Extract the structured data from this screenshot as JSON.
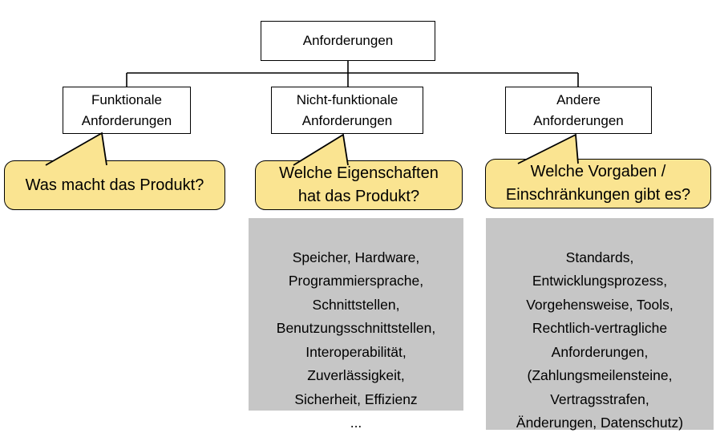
{
  "tree": {
    "root": {
      "label": "Anforderungen"
    },
    "branches": [
      {
        "label": "Funktionale\nAnforderungen",
        "callout": "Was macht das Produkt?"
      },
      {
        "label": "Nicht-funktionale\nAnforderungen",
        "callout": "Welche Eigenschaften\nhat das Produkt?",
        "details": "Speicher, Hardware,\nProgrammiersprache,\nSchnittstellen,\nBenutzungsschnittstellen,\nInteroperabilität,\nZuverlässigkeit,\nSicherheit, Effizienz\n..."
      },
      {
        "label": "Andere\nAnforderungen",
        "callout": "Welche Vorgaben /\nEinschränkungen gibt es?",
        "details": "Standards,\nEntwicklungsprozess,\nVorgehensweise, Tools,\nRechtlich-vertragliche\nAnforderungen,\n(Zahlungsmeilensteine,\nVertragsstrafen,\nÄnderungen, Datenschutz)\n..."
      }
    ]
  },
  "colors": {
    "callout_fill": "#FAE491",
    "panel_fill": "#C6C6C6",
    "line": "#000000",
    "node_fill": "#FFFFFF",
    "text": "#000000"
  }
}
